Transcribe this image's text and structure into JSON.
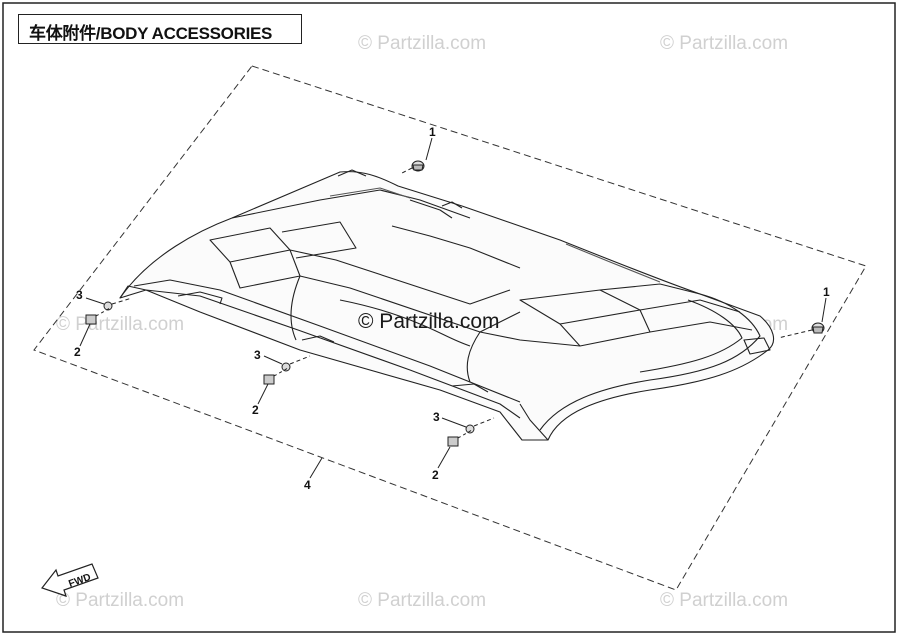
{
  "title": "车体附件/BODY ACCESSORIES",
  "watermark": "© Partzilla.com",
  "callouts": {
    "c1a": "1",
    "c1b": "1",
    "c2a": "2",
    "c2b": "2",
    "c2c": "2",
    "c3a": "3",
    "c3b": "3",
    "c3c": "3",
    "c4": "4"
  },
  "fwd_label": "FWD",
  "colors": {
    "line": "#222222",
    "watermark": "#d0d0d0"
  }
}
